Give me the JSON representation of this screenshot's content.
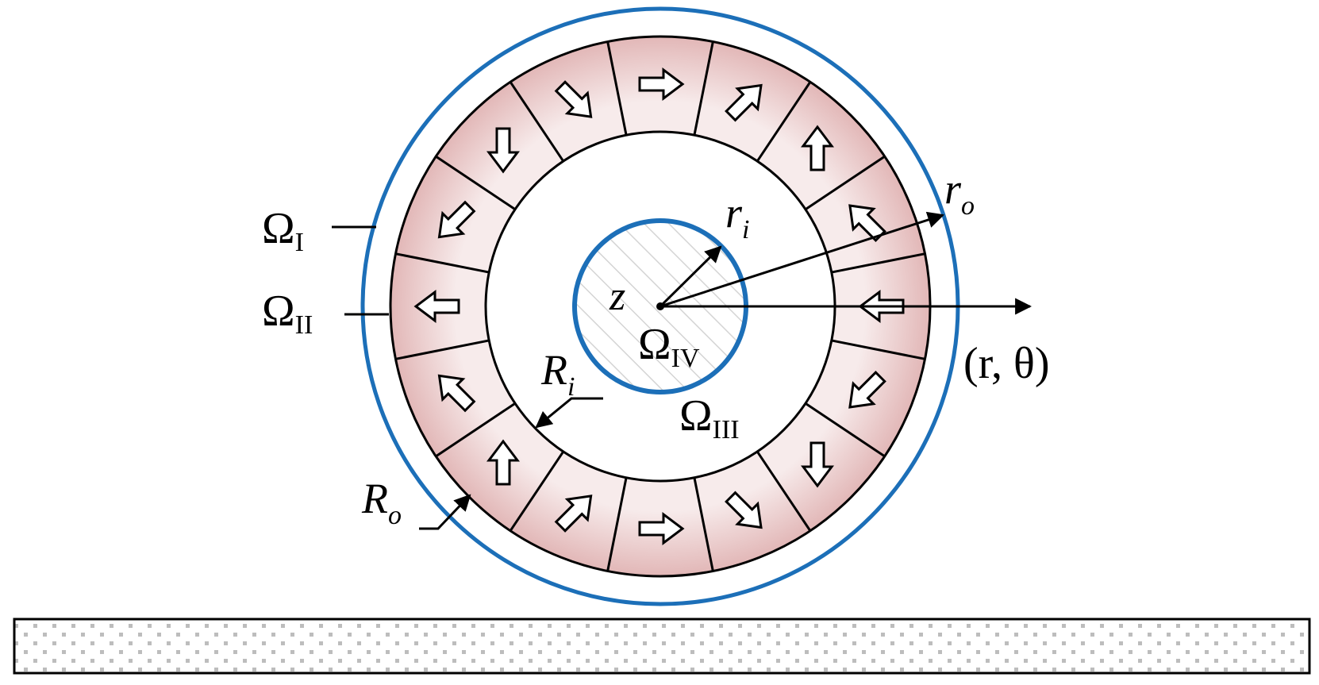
{
  "labels": {
    "omega_symbol": "Ω",
    "region_1_sub": "I",
    "region_2_sub": "II",
    "region_3_sub": "III",
    "region_4_sub": "IV",
    "z": "z",
    "r": "r",
    "r_sub_i": "i",
    "r_sub_o": "o",
    "R": "R",
    "R_sub_i": "i",
    "R_sub_o": "o",
    "coords": "(r, θ)"
  },
  "magnet_array": {
    "segments": 16,
    "arrow_angles_deg": [
      0,
      45,
      90,
      135,
      180,
      225,
      270,
      315,
      0,
      45,
      90,
      135,
      180,
      225,
      270,
      315
    ]
  },
  "colors": {
    "boundary_circles": "#1c6fb8",
    "magnet_fill_inner": "#f7ebeb",
    "magnet_fill_outer": "#e2b7b7",
    "outline": "#000000"
  }
}
